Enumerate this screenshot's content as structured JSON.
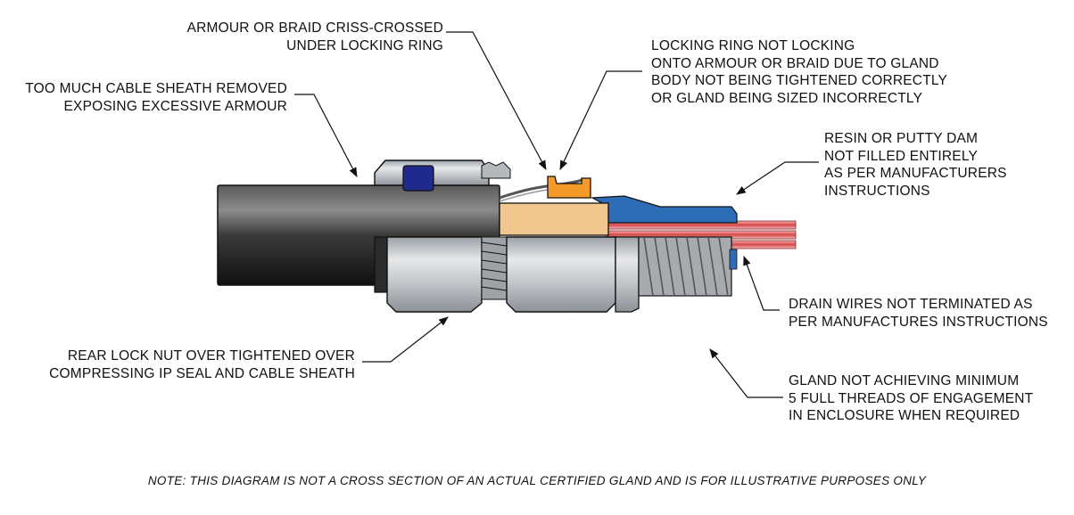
{
  "callouts": {
    "armour_criss_crossed": [
      "ARMOUR OR BRAID CRISS-CROSSED",
      "UNDER LOCKING RING"
    ],
    "too_much_sheath_removed": [
      "TOO MUCH CABLE SHEATH REMOVED",
      "EXPOSING EXCESSIVE ARMOUR"
    ],
    "locking_ring_not_locking": [
      "LOCKING RING NOT LOCKING",
      "ONTO ARMOUR OR BRAID DUE TO GLAND",
      "BODY NOT BEING TIGHTENED CORRECTLY",
      "OR GLAND BEING SIZED INCORRECTLY"
    ],
    "resin_dam": [
      "RESIN OR PUTTY DAM",
      "NOT FILLED ENTIRELY",
      "AS PER MANUFACTURERS",
      "INSTRUCTIONS"
    ],
    "drain_wires": [
      "DRAIN WIRES NOT TERMINATED AS",
      "PER MANUFACTURES INSTRUCTIONS"
    ],
    "rear_lock_nut": [
      "REAR LOCK NUT OVER TIGHTENED OVER",
      "COMPRESSING IP SEAL AND CABLE SHEATH"
    ],
    "gland_threads": [
      "GLAND NOT ACHIEVING MINIMUM",
      "5 FULL THREADS OF ENGAGEMENT",
      "IN ENCLOSURE WHEN REQUIRED"
    ]
  },
  "note": "NOTE: THIS DIAGRAM IS NOT A CROSS SECTION OF AN ACTUAL CERTIFIED GLAND AND IS FOR ILLUSTRATIVE PURPOSES ONLY",
  "colors": {
    "sheath": "#2b2b2b",
    "metal": "#c9ccd0",
    "seal": "#1f2a8c",
    "locking_ring": "#f39a2a",
    "cone": "#f2c78f",
    "resin_dam": "#2d6db5",
    "drain_wire": "#d85050",
    "outline": "#111111"
  }
}
